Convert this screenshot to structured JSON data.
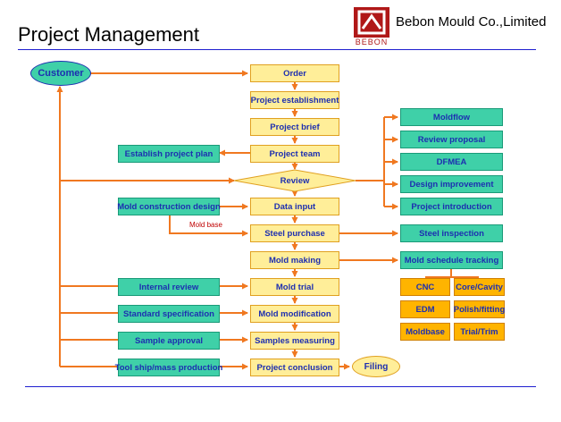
{
  "header": {
    "title": "Project Management",
    "company": "Bebon Mould Co.,Limited",
    "logo_text": "BEBON"
  },
  "colors": {
    "flow_line": "#f07820",
    "main_box": "#ffee99",
    "side_box": "#3fd0a8",
    "detail_box": "#ffb400",
    "text": "#1d2fb0",
    "rule": "#1f1fd0"
  },
  "flow": {
    "customer": "Customer",
    "main": [
      "Order",
      "Project establishment",
      "Project brief",
      "Project team",
      "Review",
      "Data input",
      "Steel purchase",
      "Mold making",
      "Mold trial",
      "Mold modification",
      "Samples measuring",
      "Project conclusion"
    ],
    "filing": "Filing",
    "left": [
      "Establish project plan",
      "Mold construction design",
      "Internal review",
      "Standard specification",
      "Sample approval",
      "Tool ship/mass production"
    ],
    "right": [
      "Moldflow",
      "Review proposal",
      "DFMEA",
      "Design improvement",
      "Project introduction",
      "Steel inspection",
      "Mold schedule tracking"
    ],
    "mold_base_label": "Mold base",
    "details": [
      "CNC",
      "Core/Cavity",
      "EDM",
      "Polish/fitting",
      "Moldbase",
      "Trial/Trim"
    ]
  }
}
